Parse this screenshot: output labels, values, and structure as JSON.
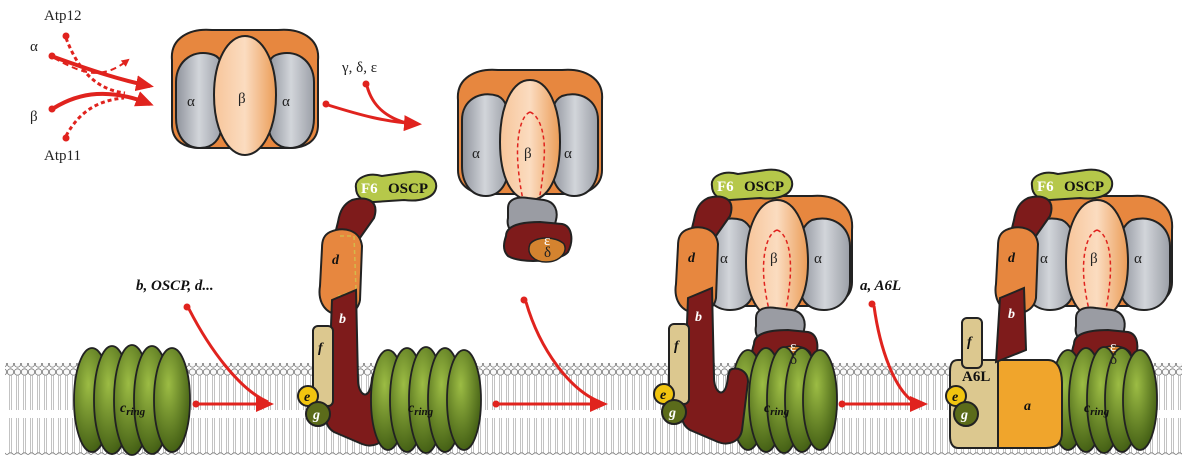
{
  "colors": {
    "alpha": "#b9bcc3",
    "beta": "#f3b27a",
    "orange": "#e7873f",
    "olive": "#7a9a2e",
    "darkred": "#7e1b1b",
    "red_arrow": "#e0231e",
    "f6": "#b6c84a",
    "yellow": "#f1c40f",
    "khaki": "#dcc88f"
  },
  "inputs": {
    "alpha": "α",
    "beta": "β",
    "atp12": "Atp12",
    "atp11": "Atp11"
  },
  "hexamer": {
    "alpha": "α",
    "beta": "β"
  },
  "step2": {
    "label": "γ, δ, ε"
  },
  "step3": {
    "label": "b, OSCP, d..."
  },
  "step4": {
    "label": "a, A6L"
  },
  "subunits": {
    "alpha": "α",
    "beta": "β",
    "epsilon": "ε",
    "delta": "δ",
    "f6": "F6",
    "oscp": "OSCP",
    "d": "d",
    "b": "b",
    "f": "f",
    "e": "e",
    "g": "g",
    "a": "a",
    "a6l": "A6L",
    "c_ring_c": "c",
    "c_ring_sub": "ring"
  }
}
